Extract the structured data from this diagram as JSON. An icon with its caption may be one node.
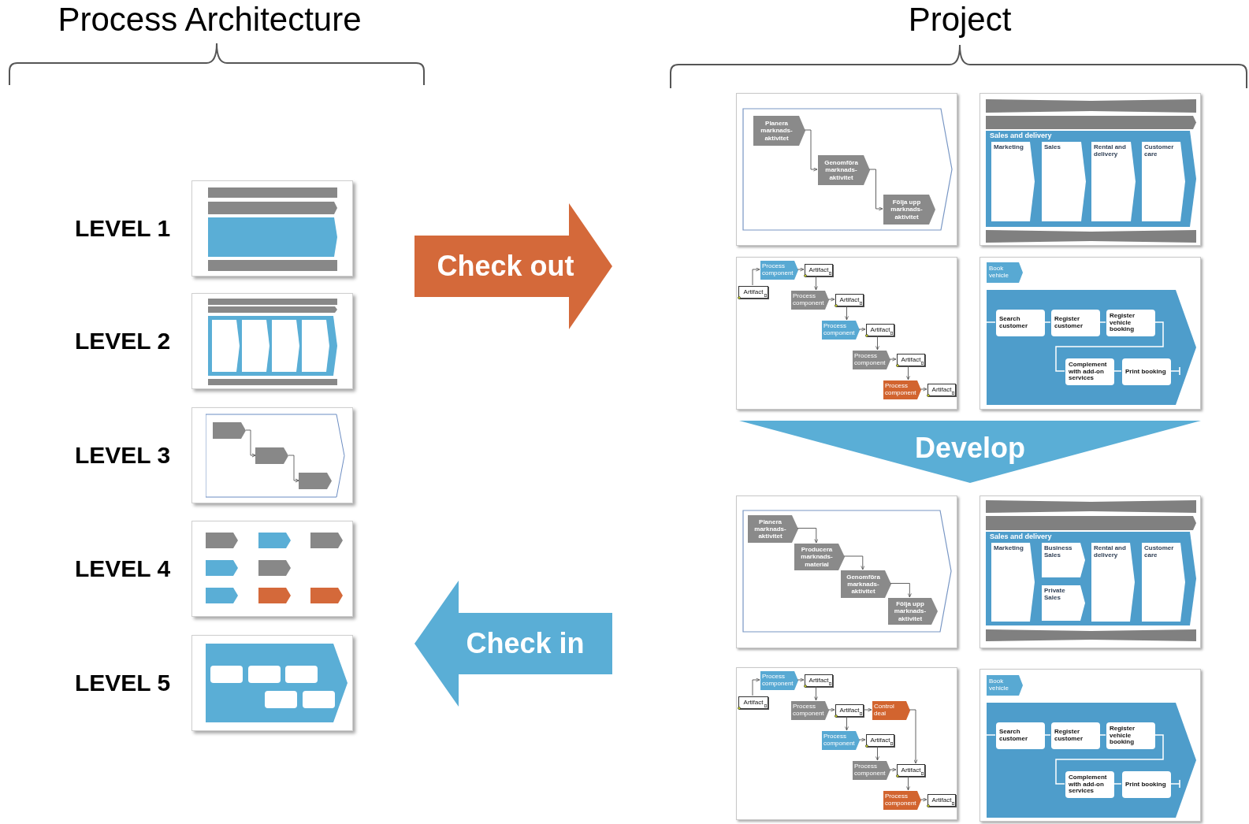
{
  "diagram": {
    "nodes": [
      {
        "text": [],
        "shape": "picture",
        "beside": [
          "LEVEL 1"
        ]
      },
      {
        "text": [],
        "shape": "picture",
        "beside": [
          "LEVEL 2"
        ]
      },
      {
        "text": [],
        "shape": "picture",
        "beside": [
          "LEVEL 3"
        ]
      },
      {
        "text": [],
        "shape": "picture",
        "beside": [
          "LEVEL 4"
        ]
      },
      {
        "text": [],
        "shape": "picture",
        "beside": [
          "LEVEL 5"
        ]
      },
      {
        "text": [
          "Check out"
        ]
      },
      {
        "text": [
          "Check in"
        ]
      },
      {
        "text": [],
        "shape": "box"
      },
      {
        "text": [],
        "shape": "chevron",
        "in": 7
      },
      {
        "text": [
          "Planera marknads-aktivitet"
        ],
        "in": 8
      },
      {
        "text": [
          "Genomföra marknads-aktivitet"
        ],
        "in": 8
      },
      {
        "text": [
          "Följa upp marknads-aktivitet"
        ],
        "in": 8
      },
      {
        "text": [],
        "shape": "box"
      },
      {
        "text": [
          "Sales and delivery"
        ],
        "in": 12
      },
      {
        "text": [
          "Marketing"
        ],
        "in": 13
      },
      {
        "text": [
          "Sales"
        ],
        "in": 13
      },
      {
        "text": [
          "Rental and delivery"
        ],
        "in": 13
      },
      {
        "text": [
          "Customer care"
        ],
        "in": 13
      },
      {
        "text": [],
        "shape": "box"
      },
      {
        "text": [
          "Artifact"
        ],
        "in": 18
      },
      {
        "text": [
          "Process component"
        ],
        "in": 18
      },
      {
        "text": [
          "Artifact"
        ],
        "in": 18
      },
      {
        "text": [
          "Process component"
        ],
        "in": 18
      },
      {
        "text": [
          "Artifact"
        ],
        "in": 18
      },
      {
        "text": [
          "Process component"
        ],
        "in": 18
      },
      {
        "text": [
          "Artifact"
        ],
        "in": 18
      },
      {
        "text": [
          "Process component"
        ],
        "in": 18
      },
      {
        "text": [
          "Artifact"
        ],
        "in": 18
      },
      {
        "text": [
          "Process component"
        ],
        "in": 18
      },
      {
        "text": [
          "Artifact"
        ],
        "in": 18
      },
      {
        "text": [],
        "shape": "box"
      },
      {
        "text": [
          "Book vehicle"
        ],
        "in": 30
      },
      {
        "text": [],
        "shape": "chevron",
        "in": 30
      },
      {
        "text": [
          "Search customer"
        ],
        "in": 32
      },
      {
        "text": [
          "Register customer"
        ],
        "in": 32
      },
      {
        "text": [
          "Register vehicle booking"
        ],
        "in": 32
      },
      {
        "text": [
          "Complement with add-on services"
        ],
        "in": 32
      },
      {
        "text": [
          "Print booking"
        ],
        "in": 32
      },
      {
        "text": [
          "Develop"
        ]
      },
      {
        "text": [],
        "shape": "box"
      },
      {
        "text": [],
        "shape": "chevron",
        "in": 39
      },
      {
        "text": [
          "Planera marknads-aktivitet"
        ],
        "in": 40
      },
      {
        "text": [
          "Producera marknads-material"
        ],
        "in": 40
      },
      {
        "text": [
          "Genomföra marknads-aktivitet"
        ],
        "in": 40
      },
      {
        "text": [
          "Följa upp marknads-aktivitet"
        ],
        "in": 40
      },
      {
        "text": [],
        "shape": "box"
      },
      {
        "text": [
          "Sales and delivery"
        ],
        "in": 45
      },
      {
        "text": [
          "Marketing"
        ],
        "in": 46
      },
      {
        "text": [
          "Business Sales"
        ],
        "in": 46
      },
      {
        "text": [
          "Private Sales"
        ],
        "in": 46
      },
      {
        "text": [
          "Rental and delivery"
        ],
        "in": 46
      },
      {
        "text": [
          "Customer care"
        ],
        "in": 46
      },
      {
        "text": [],
        "shape": "box"
      },
      {
        "text": [
          "Artifact"
        ],
        "in": 52
      },
      {
        "text": [
          "Process component"
        ],
        "in": 52
      },
      {
        "text": [
          "Artifact"
        ],
        "in": 52
      },
      {
        "text": [
          "Process component"
        ],
        "in": 52
      },
      {
        "text": [
          "Artifact"
        ],
        "in": 52
      },
      {
        "text": [
          "Control deal"
        ],
        "in": 52
      },
      {
        "text": [
          "Process component"
        ],
        "in": 52
      },
      {
        "text": [
          "Artifact"
        ],
        "in": 52
      },
      {
        "text": [
          "Process component"
        ],
        "in": 52
      },
      {
        "text": [
          "Artifact"
        ],
        "in": 52
      },
      {
        "text": [
          "Process component"
        ],
        "in": 52
      },
      {
        "text": [
          "Artifact"
        ],
        "in": 52
      },
      {
        "text": [],
        "shape": "box"
      },
      {
        "text": [
          "Book vehicle"
        ],
        "in": 65
      },
      {
        "text": [],
        "shape": "chevron",
        "in": 65
      },
      {
        "text": [
          "Search customer"
        ],
        "in": 67
      },
      {
        "text": [
          "Register customer"
        ],
        "in": 67
      },
      {
        "text": [
          "Register vehicle booking"
        ],
        "in": 67
      },
      {
        "text": [
          "Complement with add-on services"
        ],
        "in": 67
      },
      {
        "text": [
          "Print booking"
        ],
        "in": 67
      },
      {
        "text": [],
        "shape": "bar",
        "in": 12
      },
      {
        "text": [],
        "shape": "bar",
        "in": 12
      },
      {
        "text": [],
        "shape": "bar",
        "in": 12
      },
      {
        "text": [],
        "shape": "bar",
        "in": 45
      },
      {
        "text": [],
        "shape": "bar",
        "in": 45
      },
      {
        "text": [],
        "shape": "bar",
        "in": 45
      }
    ],
    "edges": [
      {
        "from": 9,
        "to": 10,
        "arrow": "to"
      },
      {
        "from": 10,
        "to": 11,
        "arrow": "to"
      },
      {
        "from": 19,
        "to": 20,
        "arrow": "to"
      },
      {
        "from": 20,
        "to": 21,
        "arrow": "to"
      },
      {
        "from": 21,
        "to": 22,
        "arrow": "to"
      },
      {
        "from": 22,
        "to": 23,
        "arrow": "to"
      },
      {
        "from": 23,
        "to": 24,
        "arrow": "to"
      },
      {
        "from": 24,
        "to": 25,
        "arrow": "to"
      },
      {
        "from": 25,
        "to": 26,
        "arrow": "to"
      },
      {
        "from": 26,
        "to": 27,
        "arrow": "to"
      },
      {
        "from": 27,
        "to": 28,
        "arrow": "to"
      },
      {
        "from": 28,
        "to": 29,
        "arrow": "to"
      },
      {
        "from": null,
        "to": 33,
        "arrow": "other",
        "color": "#ffffff"
      },
      {
        "from": 33,
        "to": 34,
        "arrow": "none",
        "color": "#ffffff"
      },
      {
        "from": 34,
        "to": 35,
        "arrow": "none",
        "color": "#ffffff"
      },
      {
        "from": 35,
        "to": 36,
        "arrow": "none",
        "color": "#ffffff"
      },
      {
        "from": 36,
        "to": 37,
        "arrow": "none",
        "color": "#ffffff"
      },
      {
        "from": 37,
        "to": null,
        "arrow": "other",
        "color": "#ffffff"
      },
      {
        "from": 41,
        "to": 42,
        "arrow": "to"
      },
      {
        "from": 42,
        "to": 43,
        "arrow": "to"
      },
      {
        "from": 43,
        "to": 44,
        "arrow": "to"
      },
      {
        "from": 53,
        "to": 54,
        "arrow": "to"
      },
      {
        "from": 54,
        "to": 55,
        "arrow": "to"
      },
      {
        "from": 55,
        "to": 56,
        "arrow": "to"
      },
      {
        "from": 56,
        "to": 57,
        "arrow": "to"
      },
      {
        "from": 57,
        "to": 58,
        "arrow": "to"
      },
      {
        "from": 57,
        "to": 59,
        "arrow": "to"
      },
      {
        "from": 59,
        "to": 60,
        "arrow": "to"
      },
      {
        "from": 60,
        "to": 61,
        "arrow": "to"
      },
      {
        "from": 61,
        "to": 62,
        "arrow": "to"
      },
      {
        "from": 58,
        "to": 62,
        "arrow": "to"
      },
      {
        "from": 62,
        "to": 63,
        "arrow": "to"
      },
      {
        "from": 63,
        "to": 64,
        "arrow": "to"
      },
      {
        "from": null,
        "to": 68,
        "arrow": "other",
        "color": "#ffffff"
      },
      {
        "from": 68,
        "to": 69,
        "arrow": "none",
        "color": "#ffffff"
      },
      {
        "from": 69,
        "to": 70,
        "arrow": "none",
        "color": "#ffffff"
      },
      {
        "from": 70,
        "to": 71,
        "arrow": "none",
        "color": "#ffffff"
      },
      {
        "from": 71,
        "to": 72,
        "arrow": "none",
        "color": "#ffffff"
      },
      {
        "from": 72,
        "to": null,
        "arrow": "other",
        "color": "#ffffff"
      }
    ],
    "labels": [
      "Process Architecture",
      "Project"
    ]
  }
}
